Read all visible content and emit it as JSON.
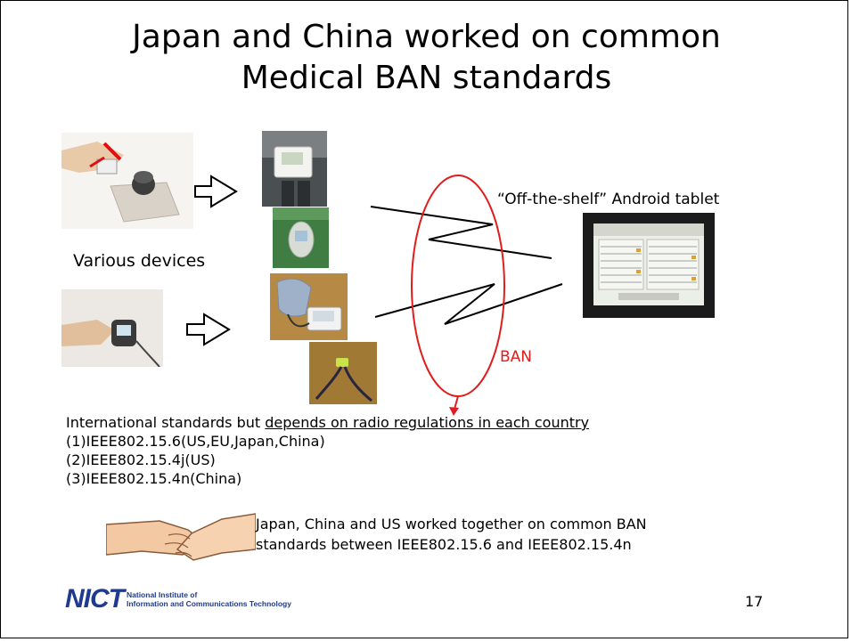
{
  "slide": {
    "title_line1": "Japan and China worked on common",
    "title_line2": "Medical BAN standards",
    "various_devices": "Various devices",
    "tablet_label": "“Off-the-shelf” Android tablet",
    "ban_label": "BAN",
    "intro_plain": "International standards but ",
    "intro_underlined": "depends on radio regulations in each country",
    "standards": [
      "(1)IEEE802.15.6(US,EU,Japan,China)",
      "(2)IEEE802.15.4j(US)",
      "(3)IEEE802.15.4n(China)"
    ],
    "note_line1": "Japan, China and US worked together on common BAN",
    "note_line2": "standards between IEEE802.15.6 and IEEE802.15.4n",
    "logo_mark": "NICT",
    "logo_org_line1": "National Institute of",
    "logo_org_line2": "Information and Communications Technology",
    "page_number": "17"
  },
  "colors": {
    "ban_ellipse": "#e11c1c",
    "logo_blue": "#1f3b8f"
  }
}
